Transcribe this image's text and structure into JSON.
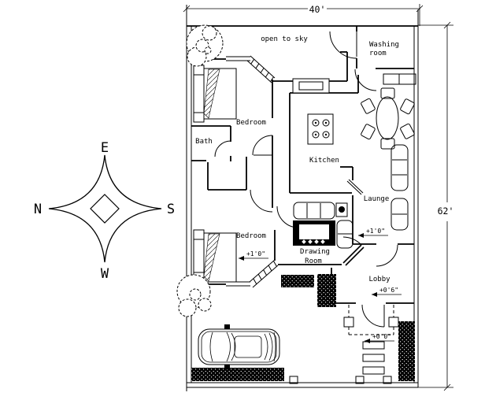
{
  "dimensions": {
    "width_label": "40'",
    "height_label": "62'"
  },
  "compass": {
    "top": "E",
    "left": "N",
    "right": "S",
    "bottom": "W"
  },
  "rooms": {
    "open_to_sky": "open to sky",
    "washing_line1": "Washing",
    "washing_line2": "room",
    "bedroom_top": "Bedroom",
    "bath": "Bath",
    "kitchen": "Kitchen",
    "lounge": "Launge",
    "drawing_line1": "Drawing",
    "drawing_line2": "Room",
    "bedroom_bottom": "Bedroom",
    "lobby": "Lobby"
  },
  "levels": {
    "bedroom": "+1'0\"",
    "lounge": "+1'0\"",
    "lobby": "+0'6\"",
    "driveway": "+0'0\""
  },
  "colors": {
    "line": "#000000",
    "background": "#ffffff"
  }
}
